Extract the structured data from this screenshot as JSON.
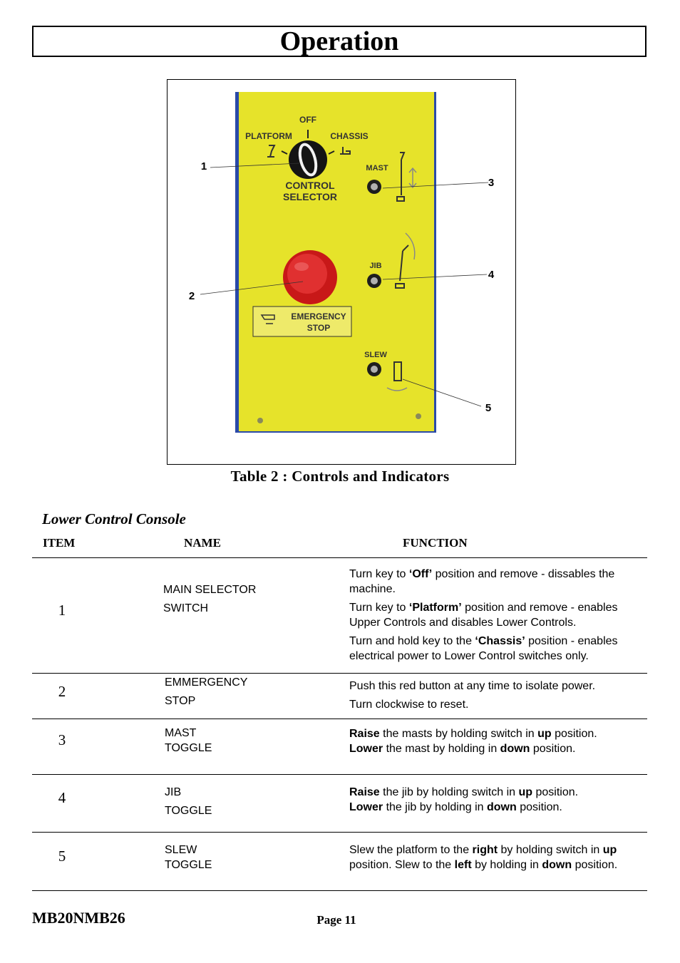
{
  "page_title": "Operation",
  "figure": {
    "panel_labels": {
      "off": "OFF",
      "platform": "PLATFORM",
      "chassis": "CHASSIS",
      "control": "CONTROL",
      "selector": "SELECTOR",
      "mast": "MAST",
      "jib": "JIB",
      "slew": "SLEW",
      "emergency": "EMERGENCY",
      "stop": "STOP"
    },
    "callouts": [
      "1",
      "2",
      "3",
      "4",
      "5"
    ],
    "colors": {
      "panel": "#e6e32a",
      "button": "#d42020",
      "frame": "#2a4aa8"
    }
  },
  "caption": "Table 2  : Controls and Indicators",
  "section_title": "Lower Control Console",
  "table": {
    "headers": {
      "item": "ITEM",
      "name": "NAME",
      "function": "FUNCTION"
    },
    "rows": [
      {
        "item": "1",
        "name": [
          "MAIN SELECTOR",
          "SWITCH"
        ],
        "function": [
          [
            {
              "t": "Turn key to "
            },
            {
              "t": "‘Off’",
              "b": true
            },
            {
              "t": " position and remove -  dissables the machine."
            }
          ],
          [
            {
              "t": "Turn key to "
            },
            {
              "t": "‘Platform’",
              "b": true
            },
            {
              "t": "  position and remove - enables Upper Controls and disables Lower Controls."
            }
          ],
          [
            {
              "t": "Turn and hold  key to the "
            },
            {
              "t": "‘Chassis’",
              "b": true
            },
            {
              "t": " position  - enables electrical power to Lower Control switches only."
            }
          ]
        ]
      },
      {
        "item": "2",
        "name": [
          "EMMERGENCY",
          "STOP"
        ],
        "function": [
          [
            {
              "t": "Push  this red button at any time to isolate power."
            }
          ],
          [
            {
              "t": "Turn clockwise to reset."
            }
          ]
        ]
      },
      {
        "item": "3",
        "name": [
          "MAST",
          "TOGGLE"
        ],
        "function": [
          [
            {
              "t": "Raise",
              "b": true
            },
            {
              "t": " the masts by holding switch in "
            },
            {
              "t": "up",
              "b": true
            },
            {
              "t": " position. "
            },
            {
              "t": "Lower",
              "b": true
            },
            {
              "t": " the mast by holding in "
            },
            {
              "t": "down",
              "b": true
            },
            {
              "t": " position."
            }
          ]
        ]
      },
      {
        "item": "4",
        "name": [
          "JIB",
          "TOGGLE"
        ],
        "function": [
          [
            {
              "t": "Raise",
              "b": true
            },
            {
              "t": " the jib by holding switch in "
            },
            {
              "t": "up",
              "b": true
            },
            {
              "t": " position. "
            },
            {
              "t": "Lower",
              "b": true
            },
            {
              "t": " the jib by holding in "
            },
            {
              "t": "down",
              "b": true
            },
            {
              "t": " position."
            }
          ]
        ]
      },
      {
        "item": "5",
        "name": [
          "SLEW",
          "TOGGLE"
        ],
        "function": [
          [
            {
              "t": "Slew the platform to the "
            },
            {
              "t": "right",
              "b": true
            },
            {
              "t": " by holding switch in "
            },
            {
              "t": "up",
              "b": true
            },
            {
              "t": " position. Slew to the "
            },
            {
              "t": "left",
              "b": true
            },
            {
              "t": " by holding in "
            },
            {
              "t": "down",
              "b": true
            },
            {
              "t": " position."
            }
          ]
        ]
      }
    ]
  },
  "footer": {
    "model": "MB20NMB26",
    "page": "Page 11"
  }
}
